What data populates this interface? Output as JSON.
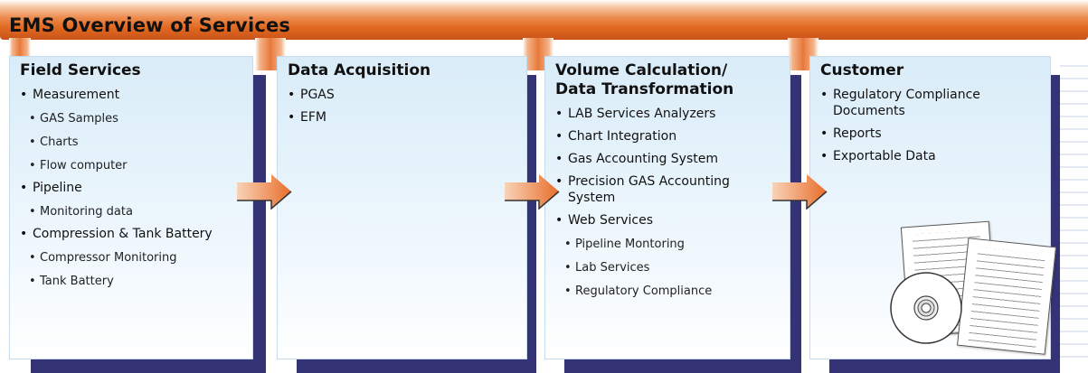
{
  "header": {
    "title": "EMS Overview of Services"
  },
  "panels": [
    {
      "title": "Field Services",
      "items": [
        {
          "level": 1,
          "label": "Measurement"
        },
        {
          "level": 2,
          "label": "GAS Samples"
        },
        {
          "level": 2,
          "label": "Charts"
        },
        {
          "level": 2,
          "label": "Flow computer"
        },
        {
          "level": 1,
          "label": "Pipeline"
        },
        {
          "level": 2,
          "label": "Monitoring data"
        },
        {
          "level": 1,
          "label": "Compression & Tank Battery"
        },
        {
          "level": 2,
          "label": "Compressor Monitoring"
        },
        {
          "level": 2,
          "label": "Tank Battery"
        }
      ]
    },
    {
      "title": "Data Acquisition",
      "items": [
        {
          "level": 1,
          "label": "PGAS"
        },
        {
          "level": 1,
          "label": "EFM"
        }
      ]
    },
    {
      "title_line1": "Volume Calculation/",
      "title_line2": "Data Transformation",
      "items": [
        {
          "level": 1,
          "label": "LAB Services Analyzers"
        },
        {
          "level": 1,
          "label": "Chart Integration"
        },
        {
          "level": 1,
          "label": "Gas Accounting System"
        },
        {
          "level": 1,
          "label": "Precision GAS Accounting System"
        },
        {
          "level": 1,
          "label": "Web Services"
        },
        {
          "level": 2,
          "label": "Pipeline Montoring"
        },
        {
          "level": 2,
          "label": "Lab Services"
        },
        {
          "level": 2,
          "label": "Regulatory Compliance"
        }
      ]
    },
    {
      "title": "Customer",
      "items": [
        {
          "level": 1,
          "label": "Regulatory Compliance Documents"
        },
        {
          "level": 1,
          "label": "Reports"
        },
        {
          "level": 1,
          "label": "Exportable Data"
        }
      ]
    }
  ],
  "icons": {
    "arrow": "right-arrow-icon",
    "documents": "documents-icon",
    "disc": "cd-disc-icon"
  },
  "colors": {
    "header_orange": "#e1691f",
    "panel_shadow": "#333376",
    "panel_fill": "#d9ecf8"
  }
}
